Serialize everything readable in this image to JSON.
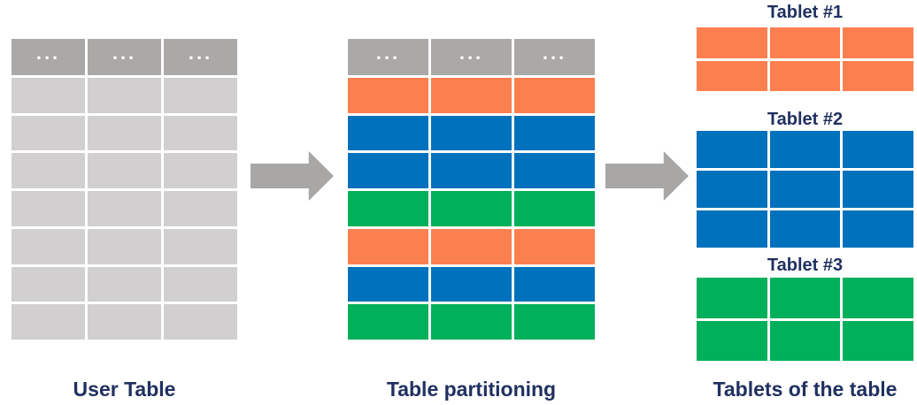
{
  "diagram": {
    "colors": {
      "orange": "#FC7F50",
      "blue": "#0071BC",
      "green": "#00B05A",
      "header_gray": "#ABA8A8",
      "row_gray": "#D1CFCF",
      "arrow_gray": "#A9A6A6",
      "label_navy": "#203060",
      "background": "#FFFFFF"
    },
    "user_table": {
      "label": "User Table",
      "header_cells": [
        "...",
        "...",
        "..."
      ],
      "columns": 3,
      "body_rows": 7,
      "body_color_key": "row_gray"
    },
    "partitioned_table": {
      "label": "Table partitioning",
      "header_cells": [
        "...",
        "...",
        "..."
      ],
      "columns": 3,
      "row_color_keys": [
        "orange",
        "blue",
        "blue",
        "green",
        "orange",
        "blue",
        "green"
      ]
    },
    "tablets_section": {
      "label": "Tablets of the table",
      "tablets": [
        {
          "title": "Tablet #1",
          "color_key": "orange",
          "rows": 2,
          "columns": 3
        },
        {
          "title": "Tablet #2",
          "color_key": "blue",
          "rows": 3,
          "columns": 3
        },
        {
          "title": "Tablet #3",
          "color_key": "green",
          "rows": 2,
          "columns": 3
        }
      ]
    },
    "arrows": [
      {
        "icon": "right-arrow"
      },
      {
        "icon": "right-arrow"
      }
    ]
  }
}
